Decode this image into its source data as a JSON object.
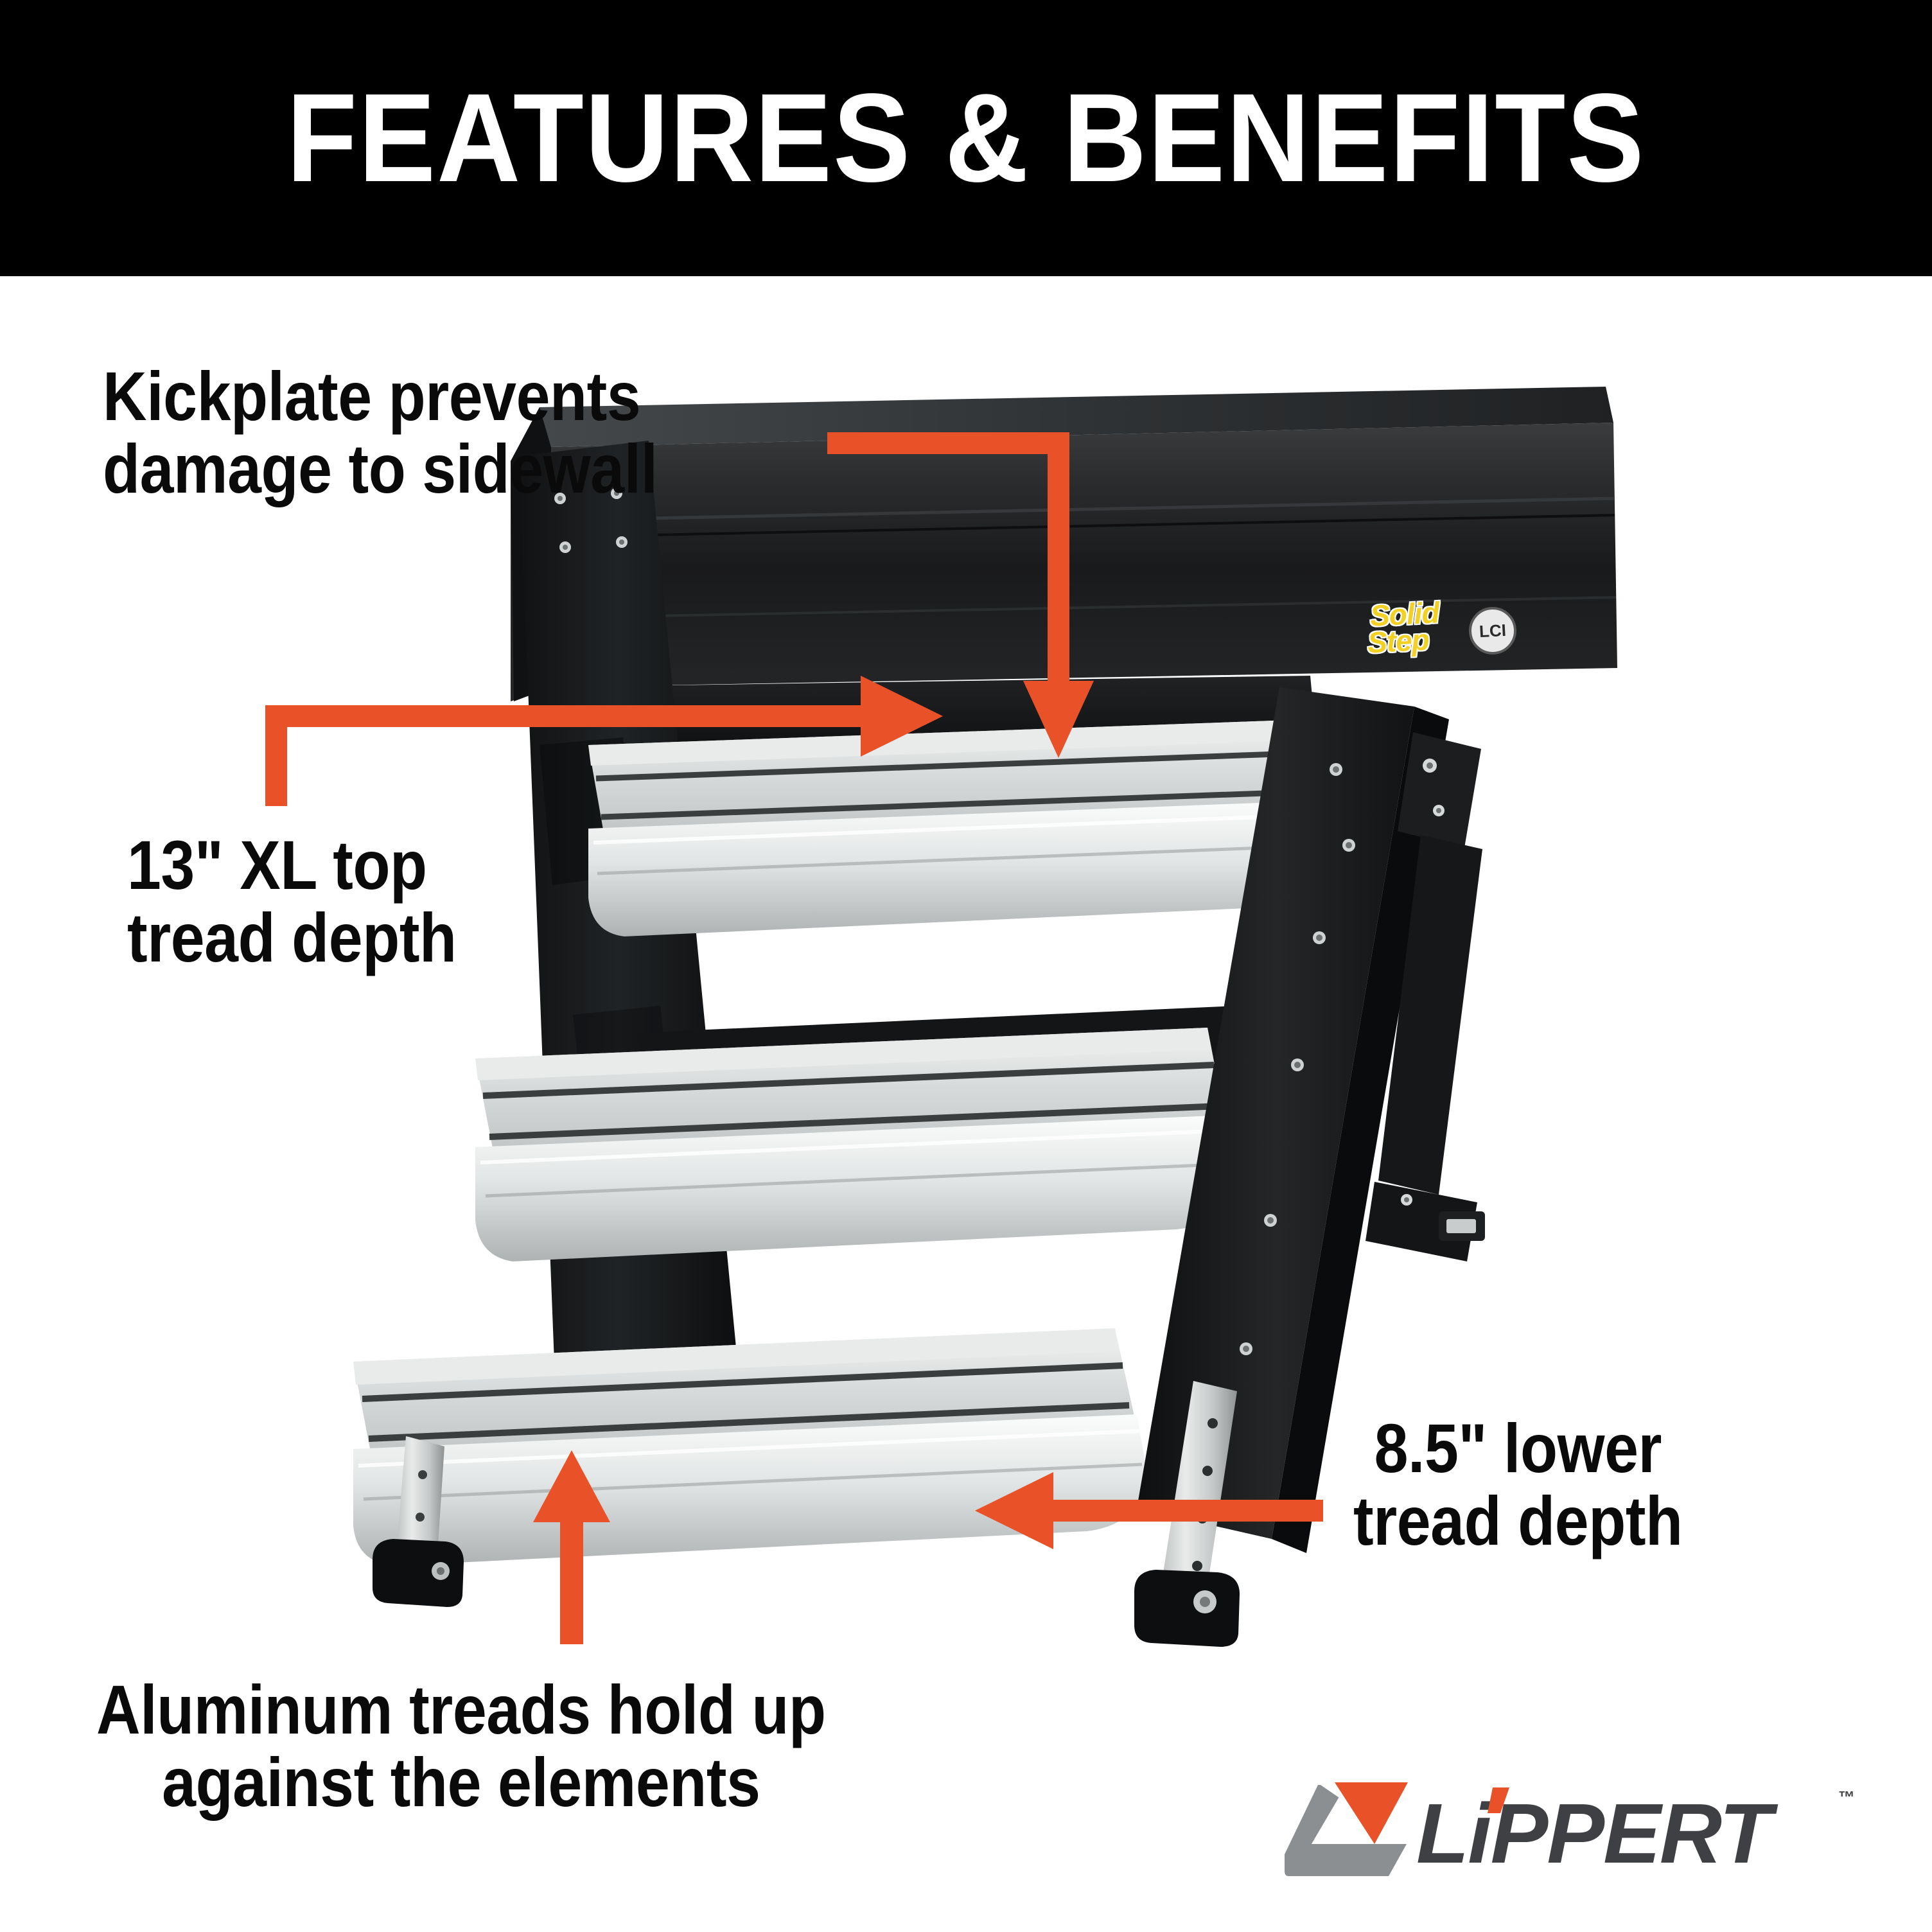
{
  "header": {
    "title": "FEATURES & BENEFITS",
    "background_color": "#000000",
    "text_color": "#FFFFFF"
  },
  "accent_color": "#E95228",
  "callouts": [
    {
      "id": "kickplate",
      "line1": "Kickplate prevents",
      "line2": "damage to sidewall",
      "arrow": "elbow-right-down",
      "position": "top-left"
    },
    {
      "id": "xl-top-tread",
      "line1": "13\" XL top",
      "line2": "tread depth",
      "arrow": "elbow-up-right",
      "position": "mid-left"
    },
    {
      "id": "lower-tread",
      "line1": "8.5\" lower",
      "line2": "tread depth",
      "arrow": "left",
      "position": "mid-right"
    },
    {
      "id": "aluminum-treads",
      "line1": "Aluminum treads hold up",
      "line2": "against the elements",
      "arrow": "up",
      "position": "bottom-left"
    }
  ],
  "product": {
    "name": "Solid Step",
    "decal_brand_line1": "Solid",
    "decal_brand_line2": "Step",
    "decal_badge": "LCI",
    "decal_text_color": "#F2D024",
    "frame_color": "#1A1A1C",
    "tread_color": "#D8DADA",
    "tread_count": 3
  },
  "logo": {
    "wordmark": "LiPPERT",
    "trademark": "™",
    "mark_color": "#8C8F91",
    "accent_color": "#E95228",
    "word_color": "#3F4043"
  }
}
